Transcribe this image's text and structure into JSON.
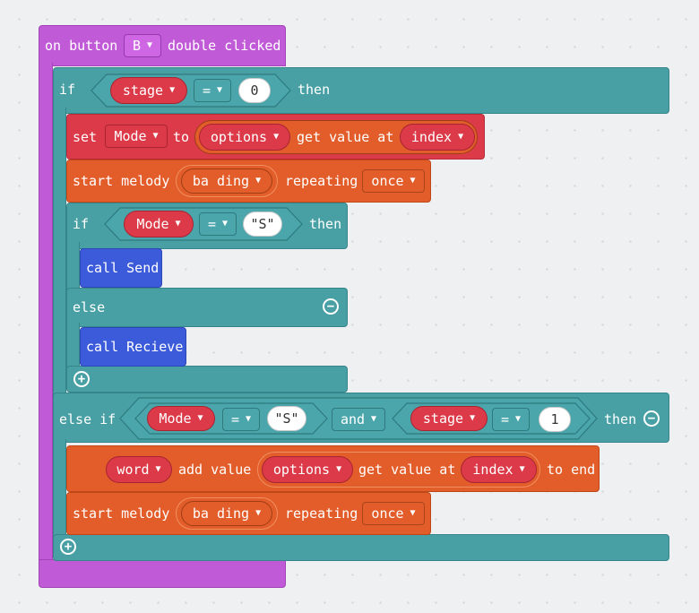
{
  "event": {
    "prefix": "on button",
    "button": "B",
    "suffix": "double clicked"
  },
  "if1": {
    "if_label": "if",
    "cond": {
      "left": "stage",
      "op": "=",
      "right": "0"
    },
    "then_label": "then",
    "set": {
      "set_label": "set",
      "variable": "Mode",
      "to_label": "to",
      "array": "options",
      "get_label": "get value at",
      "index": "index"
    },
    "melody": {
      "start_label": "start melody",
      "melody": "ba ding",
      "repeating_label": "repeating",
      "mode": "once"
    },
    "inner_if": {
      "if_label": "if",
      "cond": {
        "left": "Mode",
        "op": "=",
        "right": "\"S\""
      },
      "then_label": "then",
      "call_then": "call Send",
      "else_label": "else",
      "call_else": "call Recieve"
    }
  },
  "elseif": {
    "label": "else if",
    "cond1": {
      "left": "Mode",
      "op": "=",
      "right": "\"S\""
    },
    "and_label": "and",
    "cond2": {
      "left": "stage",
      "op": "=",
      "right": "1"
    },
    "then_label": "then",
    "add": {
      "variable": "word",
      "add_label": "add value",
      "array": "options",
      "get_label": "get value at",
      "index": "index",
      "end_label": "to end"
    },
    "melody": {
      "start_label": "start melody",
      "melody": "ba ding",
      "repeating_label": "repeating",
      "mode": "once"
    }
  },
  "icons": {
    "dropdown": "caret-down-icon",
    "remove_else": "minus-circle-icon",
    "add": "plus-circle-icon"
  }
}
